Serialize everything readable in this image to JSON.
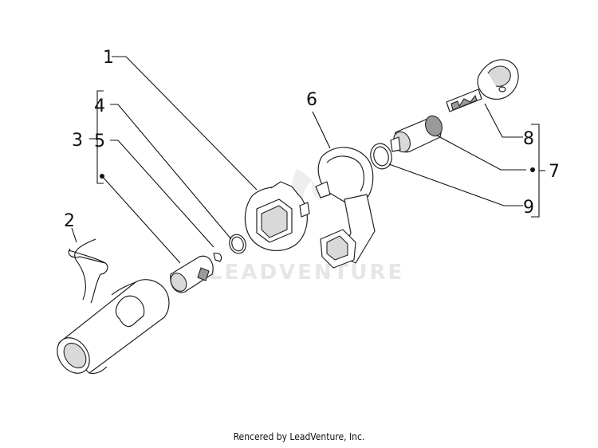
{
  "diagram": {
    "watermark": "LEADVENTURE",
    "callouts": [
      "1",
      "2",
      "3",
      "4",
      "5",
      "6",
      "7",
      "8",
      "9"
    ],
    "footer": "Rencered by LeadVenture, Inc."
  }
}
